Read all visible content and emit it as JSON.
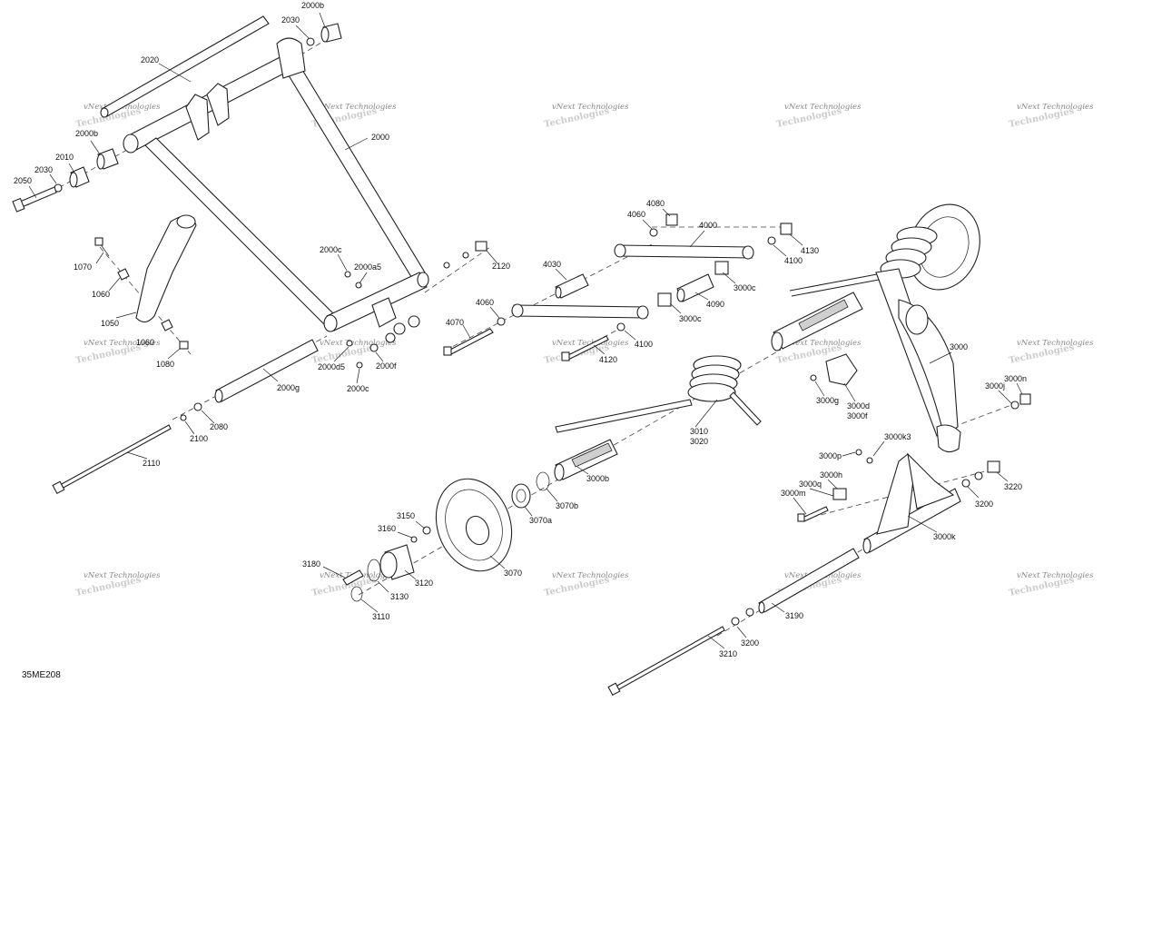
{
  "drawing_code": "35ME208",
  "watermark": {
    "line1": "vNext Technologies",
    "line2": "Technologies"
  },
  "labels": {
    "l2000b_a": "2000b",
    "l2030_a": "2030",
    "l2020": "2020",
    "l2000b_b": "2000b",
    "l2010": "2010",
    "l2030_b": "2030",
    "l2050": "2050",
    "l2000": "2000",
    "l2000c_a": "2000c",
    "l2000a5": "2000a5",
    "l1070": "1070",
    "l1060": "1060",
    "l1050": "1050",
    "l1060_b": "1060",
    "l1080": "1080",
    "l2000d5": "2000d5",
    "l2000f": "2000f",
    "l2000c_b": "2000c",
    "l2000g": "2000g",
    "l2080": "2080",
    "l2100": "2100",
    "l2110": "2110",
    "l2120": "2120",
    "l4080": "4080",
    "l4060_a": "4060",
    "l4000": "4000",
    "l4130": "4130",
    "l4100_a": "4100",
    "l4030": "4030",
    "l3000c_a": "3000c",
    "l4090": "4090",
    "l4060_b": "4060",
    "l3000c_b": "3000c",
    "l4070": "4070",
    "l4100_b": "4100",
    "l4120": "4120",
    "l3000": "3000",
    "l3000g": "3000g",
    "l3000d": "3000d",
    "l3000f": "3000f",
    "l3000n": "3000n",
    "l3000j": "3000j",
    "l3010": "3010",
    "l3020": "3020",
    "l3000k3": "3000k3",
    "l3000p": "3000p",
    "l3000h": "3000h",
    "l3000q": "3000q",
    "l3000m": "3000m",
    "l3220": "3220",
    "l3200_a": "3200",
    "l3000k": "3000k",
    "l3000b": "3000b",
    "l3070b": "3070b",
    "l3070a": "3070a",
    "l3150": "3150",
    "l3160": "3160",
    "l3180": "3180",
    "l3120": "3120",
    "l3130": "3130",
    "l3070": "3070",
    "l3110": "3110",
    "l3190": "3190",
    "l3200_b": "3200",
    "l3210": "3210"
  }
}
